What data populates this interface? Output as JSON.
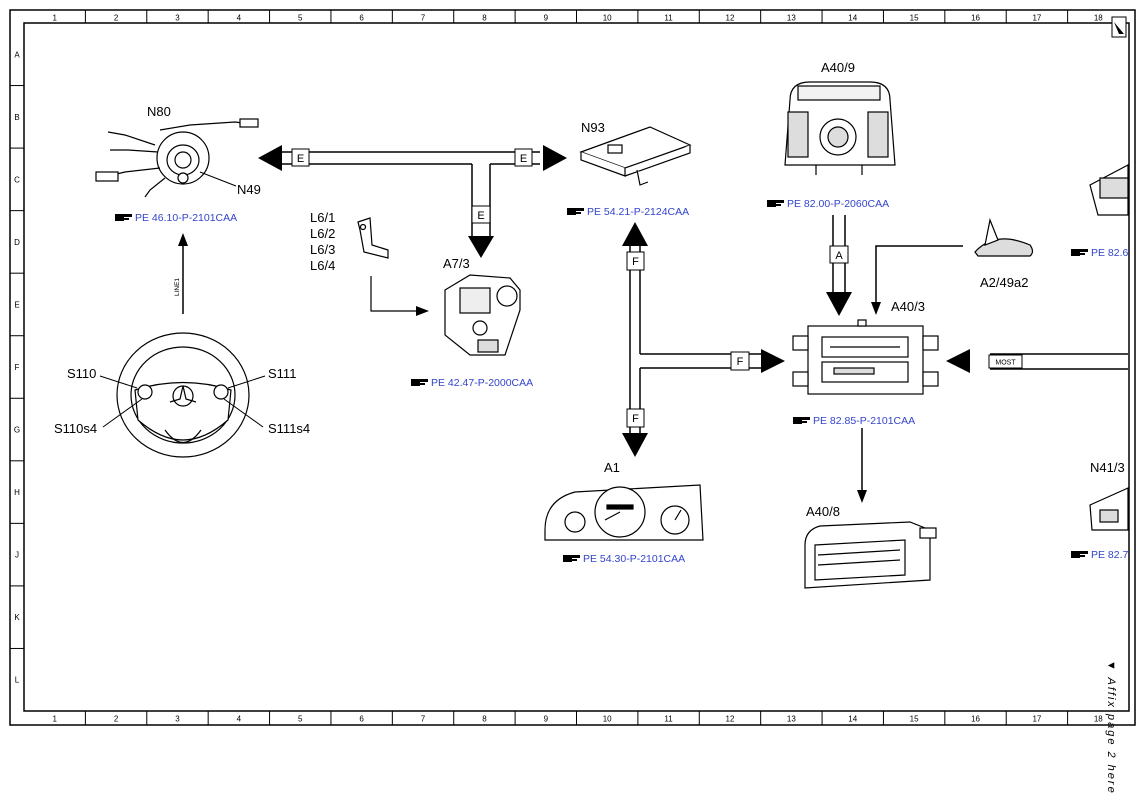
{
  "grid": {
    "columns": [
      "1",
      "2",
      "3",
      "4",
      "5",
      "6",
      "7",
      "8",
      "9",
      "10",
      "11",
      "12",
      "13",
      "14",
      "15",
      "16",
      "17",
      "18"
    ],
    "rows": [
      "A",
      "B",
      "C",
      "D",
      "E",
      "F",
      "G",
      "H",
      "J",
      "K",
      "L"
    ]
  },
  "components": {
    "n80": "N80",
    "n49": "N49",
    "n93": "N93",
    "a40_9": "A40/9",
    "l6_1": "L6/1",
    "l6_2": "L6/2",
    "l6_3": "L6/3",
    "l6_4": "L6/4",
    "a7_3": "A7/3",
    "a2_49a2": "A2/49a2",
    "a40_3": "A40/3",
    "s110": "S110",
    "s111": "S111",
    "s110s4": "S110s4",
    "s111s4": "S111s4",
    "a1": "A1",
    "a40_8": "A40/8",
    "n41_3": "N41/3"
  },
  "references": {
    "n80": "PE 46.10-P-2101CAA",
    "n93": "PE 54.21-P-2124CAA",
    "a40_9": "PE 82.00-P-2060CAA",
    "a7_3": "PE 42.47-P-2000CAA",
    "a40_3": "PE 82.85-P-2101CAA",
    "a1": "PE 54.30-P-2101CAA",
    "right_top": "PE 82.6",
    "right_bottom": "PE 82.7"
  },
  "buses": {
    "e": "E",
    "f": "F",
    "a": "A",
    "most": "MOST",
    "line1": "LINE1"
  },
  "icons": {
    "reference": "hand-pointer-icon",
    "corner": "page-corner-icon"
  },
  "affix_text": "▼ Affix page 2 here ▼",
  "colors": {
    "reference": "#3344cc",
    "line": "#000000"
  }
}
